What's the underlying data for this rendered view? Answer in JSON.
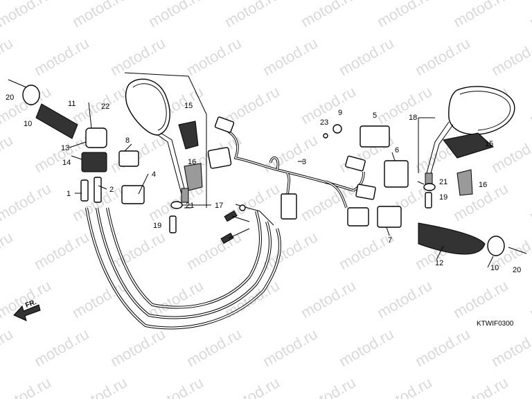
{
  "watermark": "motod.ru",
  "diagram_code": "KTWIF0300",
  "direction_label": "FR.",
  "callouts": [
    "1",
    "2",
    "3",
    "4",
    "5",
    "6",
    "7",
    "8",
    "9",
    "10",
    "11",
    "12",
    "13",
    "14",
    "15",
    "16",
    "17",
    "18",
    "19",
    "20",
    "21",
    "22",
    "23"
  ]
}
